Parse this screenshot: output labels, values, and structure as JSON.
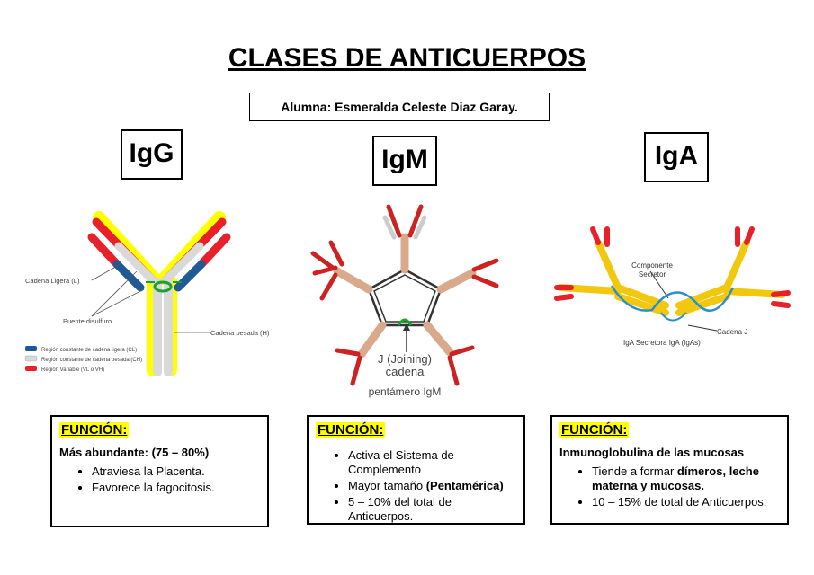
{
  "title": "CLASES DE ANTICUERPOS",
  "student": "Alumna: Esmeralda Celeste Diaz Garay.",
  "antibodies": [
    {
      "label": "IgG",
      "diagram": {
        "light_chain": "Cadena Ligera (L)",
        "disulfide": "Puente disulfuro",
        "heavy_chain": "Cadena pesada (H)",
        "legend": [
          {
            "text": "Región constante de cadena ligera (CL)",
            "color": "#1f5a96"
          },
          {
            "text": "Región constante de cadena pesada (CH)",
            "color": "#d9d9d9"
          },
          {
            "text": "Región Variable  (VL o VH)",
            "color": "#e8202a"
          }
        ]
      },
      "function": {
        "heading": "FUNCIÓN:",
        "lead": "Más abundante: (75 – 80%)",
        "items": [
          {
            "text": "Atraviesa la Placenta."
          },
          {
            "text": "Favorece la fagocitosis."
          }
        ]
      }
    },
    {
      "label": "IgM",
      "diagram": {
        "joining_1": "J (Joining)",
        "joining_2": "cadena",
        "caption": "pentámero IgM"
      },
      "function": {
        "heading": "FUNCIÓN:",
        "items": [
          {
            "text": "Activa el Sistema de Complemento"
          },
          {
            "text": "Mayor tamaño ",
            "bold": "(Pentamérica)"
          },
          {
            "text": "5 – 10% del total de Anticuerpos."
          }
        ]
      }
    },
    {
      "label": "IgA",
      "diagram": {
        "secretory_1": "Componente",
        "secretory_2": "Secretor",
        "j_chain": "Cadena J",
        "caption": "IgA Secretora IgA (IgAs)"
      },
      "function": {
        "heading": "FUNCIÓN:",
        "lead": "Inmunoglobulina de las mucosas",
        "items": [
          {
            "text": "Tiende a formar ",
            "bold": "dímeros, leche materna y mucosas."
          },
          {
            "text": "10 – 15% de total de Anticuerpos."
          }
        ]
      }
    }
  ],
  "colors": {
    "variable": "#e8202a",
    "constant_light": "#1f5a96",
    "constant_heavy": "#d9d9d9",
    "highlight": "#ffff00",
    "igm_chain": "#d9a98c",
    "joining": "#1aa32a",
    "iga_chain": "#f2c80f",
    "iga_secretory": "#2a8fd0"
  }
}
